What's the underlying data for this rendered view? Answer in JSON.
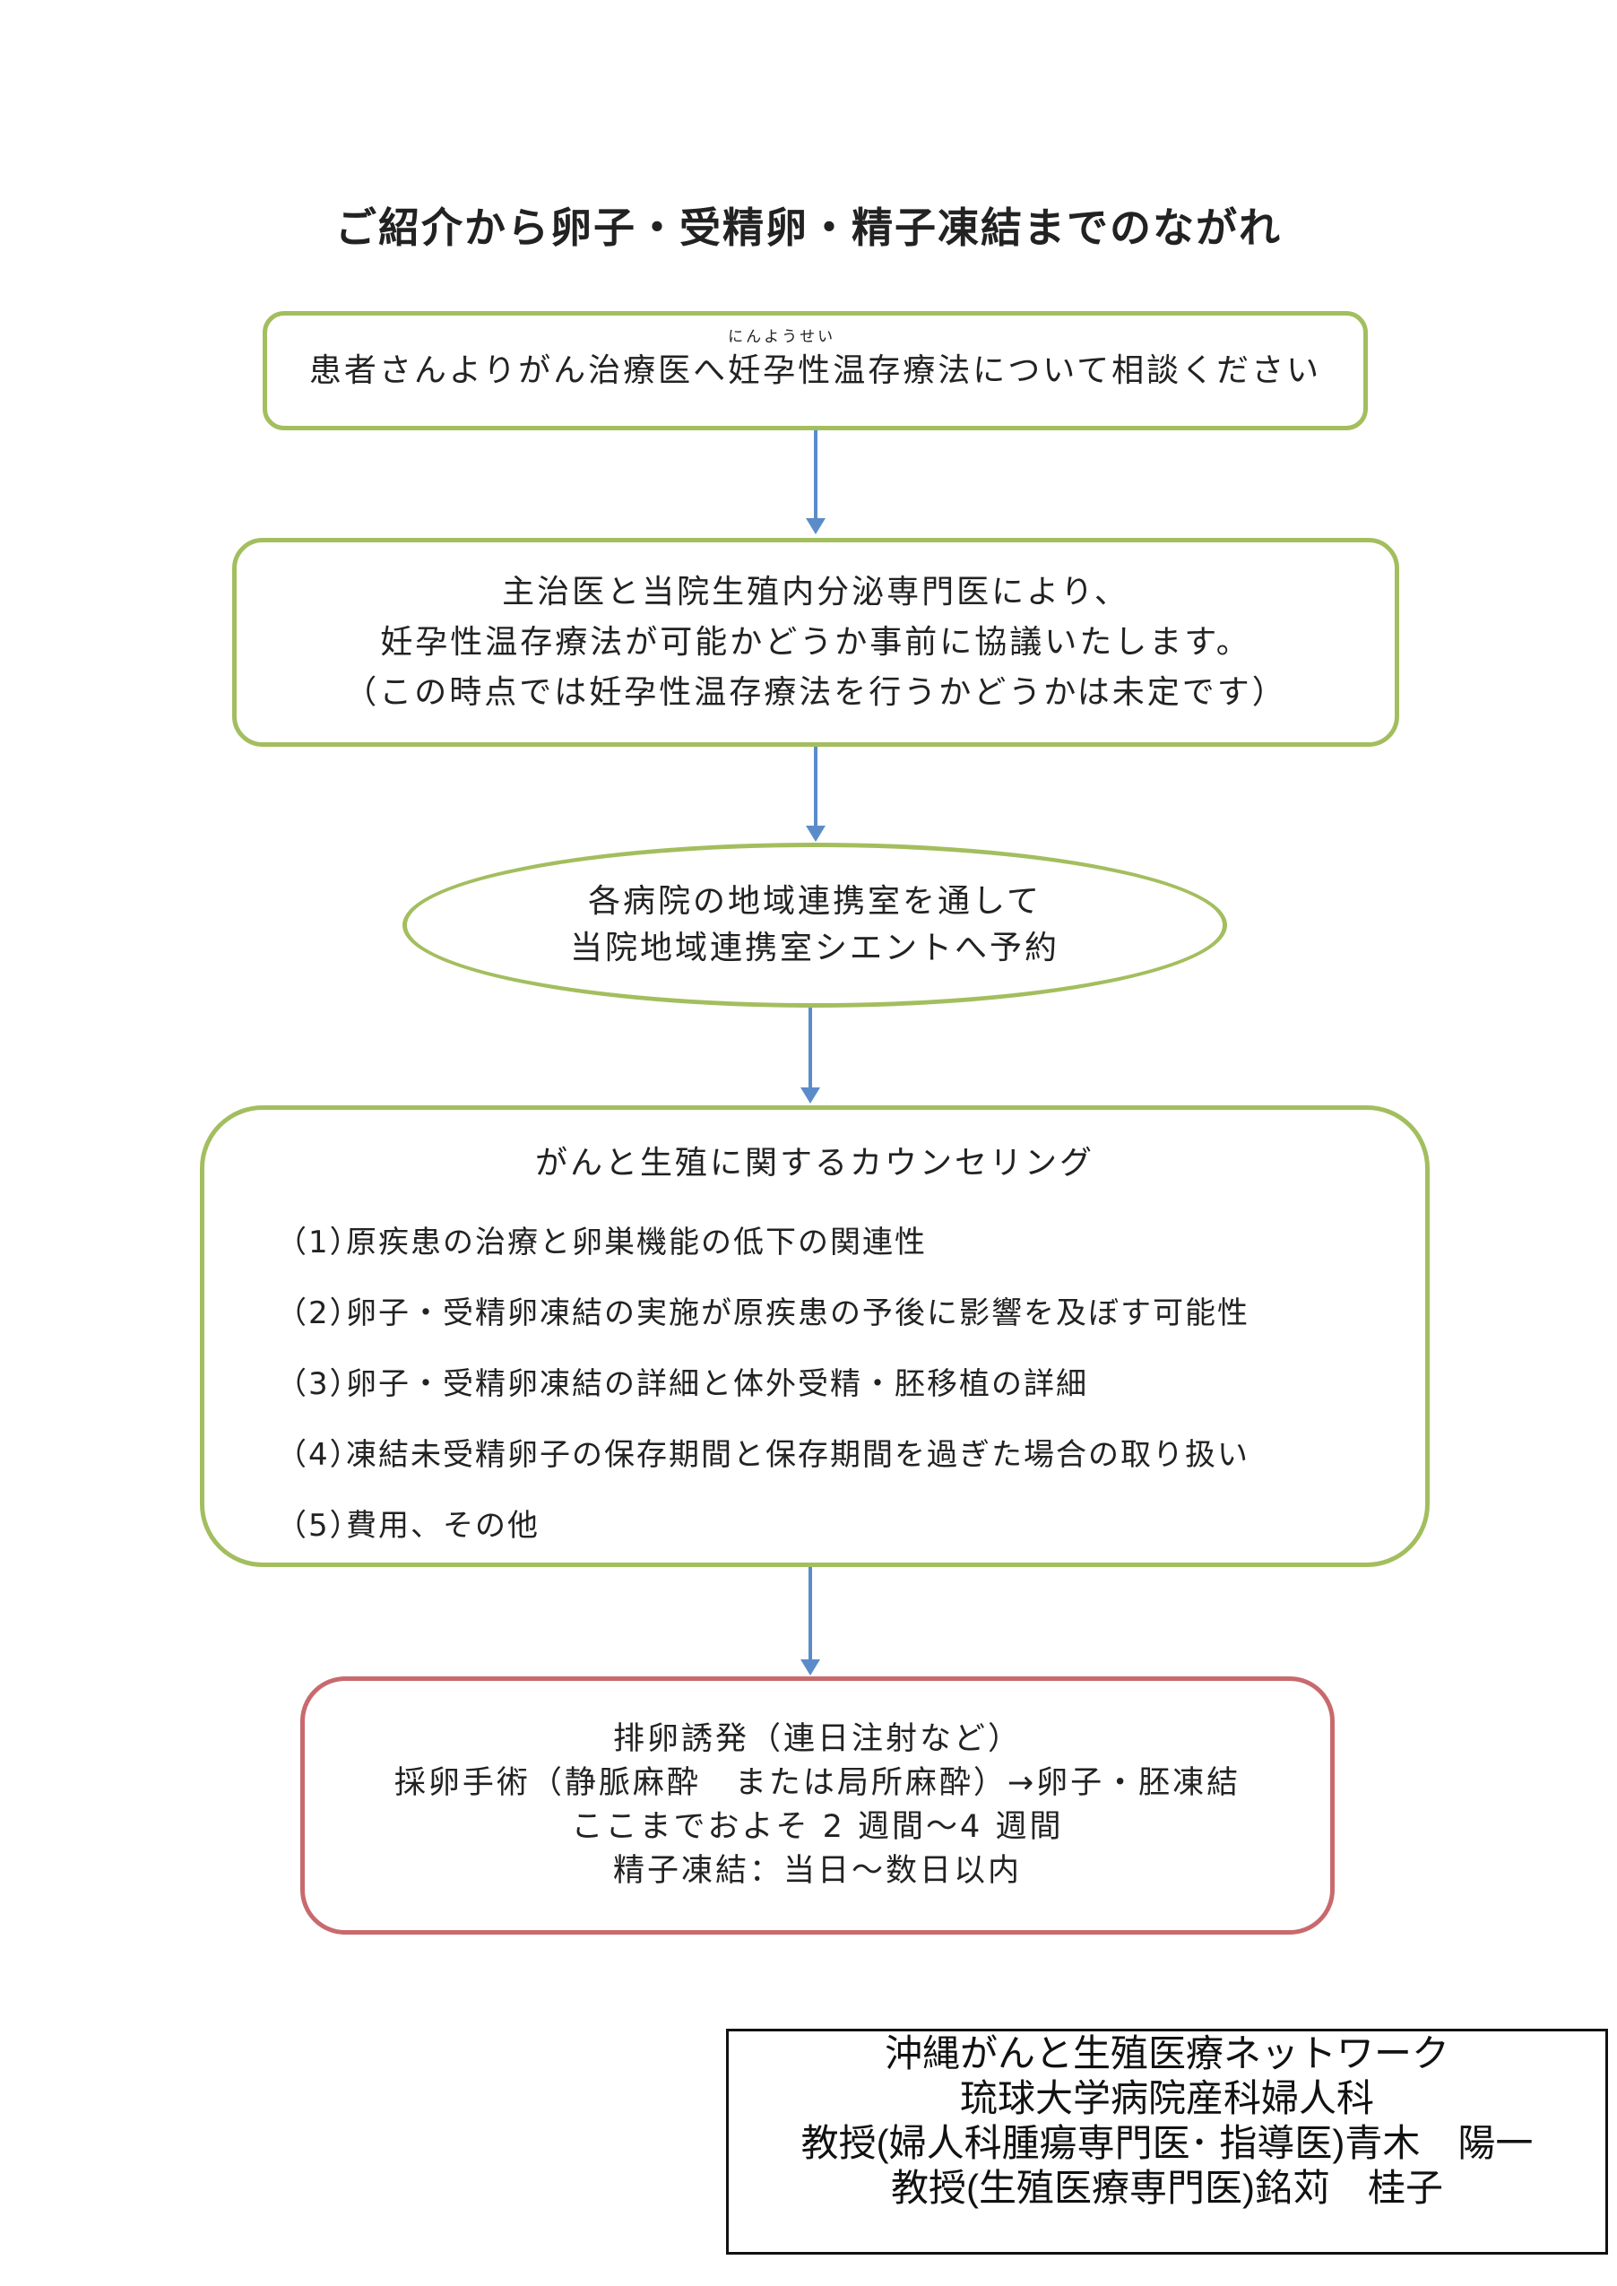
{
  "title": "ご紹介から卵子・受精卵・精子凍結までのながれ",
  "step1": {
    "before": "患者さんよりがん治療医へ",
    "ruby_base": "妊孕性",
    "ruby": "にんようせい",
    "after": "温存療法について相談ください"
  },
  "step2": {
    "lines": [
      "主治医と当院生殖内分泌専門医により、",
      "妊孕性温存療法が可能かどうか事前に協議いたします。",
      "（この時点では妊孕性温存療法を行うかどうかは未定です）"
    ]
  },
  "step3": {
    "lines": [
      "各病院の地域連携室を通して",
      "当院地域連携室シエントへ予約"
    ]
  },
  "step4": {
    "title": "がんと生殖に関するカウンセリング",
    "items": [
      {
        "num": "（1）",
        "text": "原疾患の治療と卵巣機能の低下の関連性"
      },
      {
        "num": "（2）",
        "text": "卵子・受精卵凍結の実施が原疾患の予後に影響を及ぼす可能性"
      },
      {
        "num": "（3）",
        "text": "卵子・受精卵凍結の詳細と体外受精・胚移植の詳細"
      },
      {
        "num": "（4）",
        "text": "凍結未受精卵子の保存期間と保存期間を過ぎた場合の取り扱い"
      },
      {
        "num": "（5）",
        "text": "費用、その他"
      }
    ]
  },
  "step5": {
    "lines": [
      "排卵誘発（連日注射など）",
      "採卵手術（静脈麻酔　または局所麻酔）→卵子・胚凍結",
      "ここまでおよそ 2 週間～4 週間",
      "精子凍結：当日～数日以内"
    ]
  },
  "credit": {
    "lines": [
      "沖縄がんと生殖医療ネットワーク",
      "琉球大学病院産科婦人科",
      "教授(婦人科腫瘍専門医･ 指導医)青木　陽一",
      "教授(生殖医療専門医)銘苅　桂子"
    ]
  },
  "colors": {
    "green_border": "#a3be5e",
    "red_border": "#c86a6d",
    "arrow": "#5b8cc9"
  }
}
